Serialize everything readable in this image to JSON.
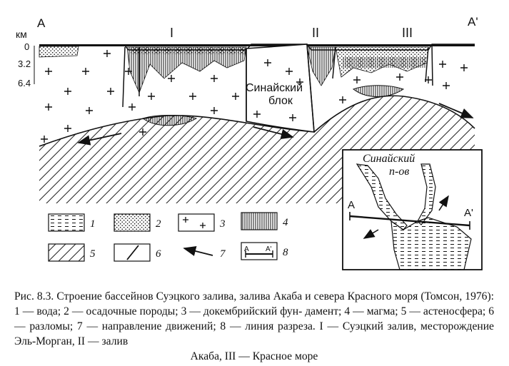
{
  "section": {
    "end_left": "A",
    "end_right": "A'",
    "unit": "км",
    "depth_ticks": [
      "0",
      "3.2",
      "6.4"
    ],
    "basins": [
      "I",
      "II",
      "III"
    ],
    "block_label_1": "Синайский",
    "block_label_2": "блок"
  },
  "inset": {
    "label_1": "Синайский",
    "label_2": "п-ов",
    "end_left": "A",
    "end_right": "A'"
  },
  "legend": [
    {
      "num": "1",
      "pattern": "water"
    },
    {
      "num": "2",
      "pattern": "sediment"
    },
    {
      "num": "3",
      "pattern": "basement"
    },
    {
      "num": "4",
      "pattern": "magma"
    },
    {
      "num": "5",
      "pattern": "asthenosphere"
    },
    {
      "num": "6",
      "pattern": "fault"
    },
    {
      "num": "7",
      "pattern": "movement"
    },
    {
      "num": "8",
      "pattern": "section-line",
      "a": "A",
      "a2": "A'"
    }
  ],
  "caption": {
    "line1": "Рис. 8.3. Строение бассейнов Суэцкого залива, залива Акаба и севера Красного",
    "line2": "моря (Томсон, 1976): 1 — вода; 2 — осадочные породы; 3 — докембрийский фун-",
    "line3": "дамент; 4 — магма; 5 — астеносфера; 6 — разломы; 7 — направление движений;",
    "line4": "8 — линия разреза. I — Суэцкий залив, месторождение Эль-Морган, II — залив",
    "line5": "Акаба, III — Красное море"
  }
}
